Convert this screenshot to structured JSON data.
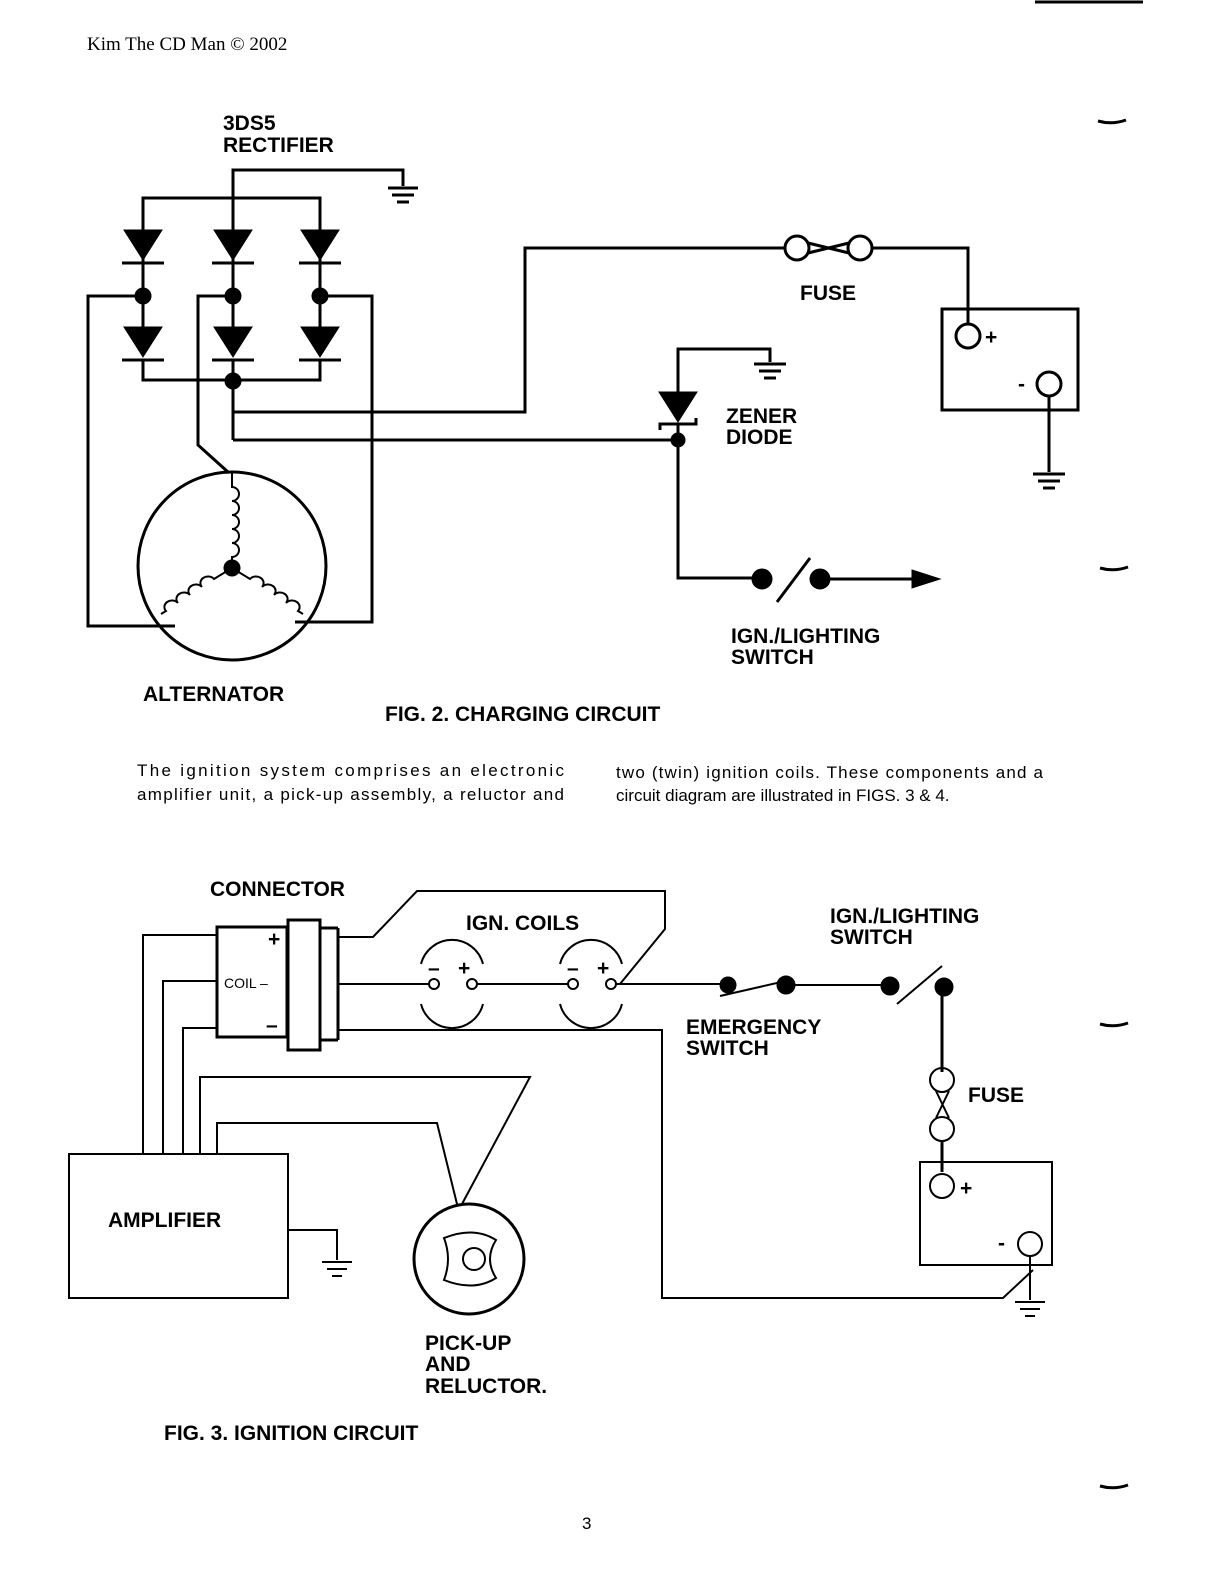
{
  "header": {
    "copyright": "Kim The CD Man © 2002"
  },
  "fig2": {
    "rectifier_line1": "3DS5",
    "rectifier_line2": "RECTIFIER",
    "fuse": "FUSE",
    "battery_plus": "+",
    "battery_minus": "-",
    "zener_line1": "ZENER",
    "zener_line2": "DIODE",
    "switch_line1": "IGN./LIGHTING",
    "switch_line2": "SWITCH",
    "alternator": "ALTERNATOR",
    "caption": "FIG. 2. CHARGING CIRCUIT"
  },
  "paragraph": {
    "left_line1": "The ignition system comprises an electronic",
    "left_line2": "amplifier unit, a pick-up assembly, a reluctor and",
    "right_line1": "two (twin) ignition coils. These components and a",
    "right_line2": "circuit diagram are illustrated in FIGS. 3 & 4."
  },
  "fig3": {
    "connector": "CONNECTOR",
    "connector_plus": "+",
    "connector_coil": "COIL –",
    "connector_minus": "–",
    "coils": "IGN. COILS",
    "coil_minus": "–",
    "coil_plus": "+",
    "switch_line1": "IGN./LIGHTING",
    "switch_line2": "SWITCH",
    "emergency_line1": "EMERGENCY",
    "emergency_line2": "SWITCH",
    "fuse": "FUSE",
    "battery_plus": "+",
    "battery_minus": "-",
    "amplifier": "AMPLIFIER",
    "pickup_line1": "PICK-UP",
    "pickup_line2": "AND",
    "pickup_line3": "RELUCTOR.",
    "caption": "FIG. 3. IGNITION CIRCUIT"
  },
  "footer": {
    "page_number": "3"
  }
}
